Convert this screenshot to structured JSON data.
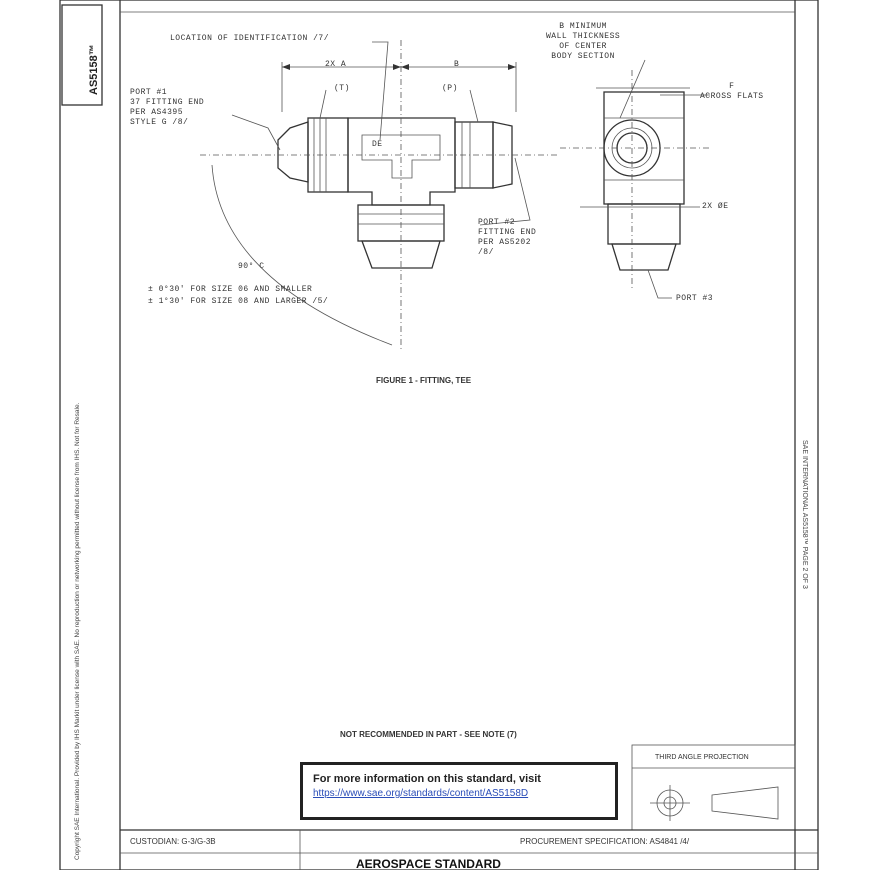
{
  "doc": {
    "number": "AS5158™",
    "figure_caption": "FIGURE 1 - FITTING, TEE",
    "not_recommended": "NOT RECOMMENDED IN PART - SEE NOTE (7)",
    "projection": "THIRD ANGLE PROJECTION",
    "custodian": "CUSTODIAN: G-3/G-3B",
    "procurement": "PROCUREMENT SPECIFICATION: AS4841 /4/",
    "footer_title": "AEROSPACE STANDARD",
    "right_strip": "SAE INTERNATIONAL     AS5158™     PAGE 2 OF 3",
    "left_strip": "Copyright SAE International. Provided by IHS Markit under license with SAE. No reproduction or networking permitted without license from IHS. Not for Resale."
  },
  "info": {
    "line1": "For more information on this standard, visit",
    "link": "https://www.sae.org/standards/content/AS5158D"
  },
  "labels": {
    "location_id": "LOCATION OF IDENTIFICATION /7/",
    "wall": "B MINIMUM\nWALL THICKNESS\nOF CENTER\nBODY SECTION",
    "across_flats": "F\nACROSS FLATS",
    "port1": "PORT #1\n37 FITTING END\nPER AS4395\nSTYLE G /8/",
    "port2": "PORT #2\nFITTING END\nPER AS5202\n/8/",
    "port3": "PORT #3",
    "dim_a": "2X A",
    "dim_b": "B",
    "dim_d": "2X ØE",
    "ref_t": "(T)",
    "ref_p": "(P)",
    "ref_e": "DE",
    "angle_title": "90° C",
    "angle1": "± 0°30' FOR SIZE 06 AND SMALLER",
    "angle2": "± 1°30' FOR SIZE 08 AND LARGER /5/"
  }
}
